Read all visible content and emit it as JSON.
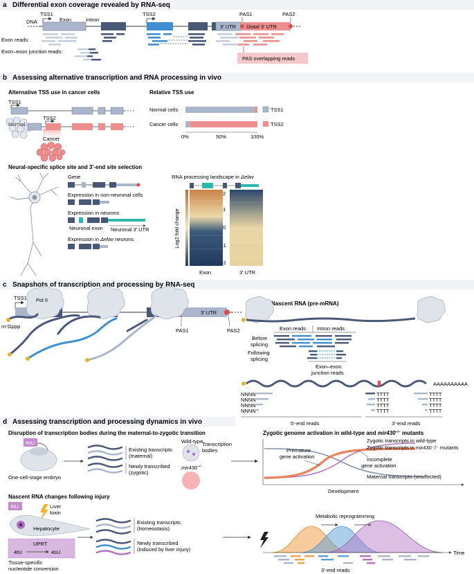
{
  "panel_a": {
    "letter": "a",
    "title": "Differential exon coverage revealed by RNA-seq",
    "dna": "DNA",
    "tss1": "TSS1",
    "tss2": "TSS2",
    "exon": "Exon",
    "intron": "Intron",
    "pas1": "PAS1",
    "pas2": "PAS2",
    "utr3": "3′ UTR",
    "distal_utr": "Distal 3′ UTR",
    "exon_reads": "Exon reads:",
    "junction_reads": "Exon–exon junction reads:",
    "pas_overlap": "PAS overlapping reads"
  },
  "panel_b": {
    "letter": "b",
    "title": "Assessing alternative transcription and RNA processing in vivo",
    "alt_tss_title": "Alternative TSS use in cancer cells",
    "tss1": "TSS1",
    "tss2": "TSS2",
    "normal": "Normal",
    "cancer": "Cancer",
    "rel_tss_title": "Relative TSS use",
    "rows": [
      {
        "label": "Normal cells",
        "tss1_fraction": 0.96
      },
      {
        "label": "Cancer cells",
        "tss1_fraction": 0.06
      }
    ],
    "legend_tss1": "TSS1",
    "legend_tss2": "TSS2",
    "ticks": [
      "0%",
      "50%",
      "100%"
    ],
    "neural_title": "Neural-specific splice site and 3′-end site selection",
    "gene": "Gene",
    "non_neuronal": "Expression in non-neuronal cells",
    "neurons": "Expression in neurons",
    "neuronal_exon": "Neuronal exon",
    "neuronal_utr": "Neuronal 3′ UTR",
    "delav_prefix": "Expression in ",
    "delav_italic": "Δelav",
    "delav_suffix": " neurons",
    "landscape_prefix": "RNA processing landscape in ",
    "landscape_italic": "Δelav",
    "ylabel": "Log2 fold change",
    "cb_ticks": [
      "2",
      "1",
      "0",
      "-1",
      "-2"
    ],
    "heat_exon": "Exon",
    "heat_utr": "3′ UTR"
  },
  "panel_c": {
    "letter": "c",
    "title": "Snapshots of transcription and processing by RNA-seq",
    "tss1": "TSS1",
    "pol2": "Pol II",
    "utr3": "3′ UTR",
    "pas1": "PAS1",
    "pas2": "PAS2",
    "m7gppp": "m⁷Gppp",
    "nascent": "Nascent RNA (pre-mRNA)",
    "exon_reads": "Exon reads",
    "intron_reads": "Intron reads",
    "before": "Before",
    "splicing": "splicing",
    "following": "Following",
    "splicing2": "splicing",
    "junction1": "Exon–exon",
    "junction2": "junction reads",
    "polya": "AAAAAAAAAA",
    "nnnn": "NNNN",
    "tttt": "TTTT",
    "five_end": "5′-end reads",
    "three_end": "3′-end reads"
  },
  "panel_d": {
    "letter": "d",
    "title": "Assessing transcription and processing dynamics in vivo",
    "mzt_title": "Disruption of transcription bodies during the maternal-to-zygotic transition",
    "su4": "4sU",
    "embryo": "One-cell-stage embryo",
    "existing": "Existing transcripts",
    "maternal": "(maternal)",
    "newly": "Newly transcribed",
    "zygotic": "(zygotic)",
    "wild_type": "Wild-type",
    "bodies1": "Transcription",
    "bodies2": "bodies",
    "mir430": "mir430",
    "mir430_sup": "−/−",
    "zga_prefix": "Zygotic genome activation in wild-type and ",
    "zga_italic": "mir430",
    "zga_sup": "−/−",
    "zga_suffix": " mutants",
    "zyg_wt": "Zygotic transcripts in wild-type",
    "zyg_mut": "Zygotic transcripts in mir430⁻/⁻ mutants",
    "premature1": "Premature",
    "premature2": "gene activation",
    "incomplete1": "Incomplete",
    "incomplete2": "gene activation",
    "maternal_unaff": "Maternal transcripts (unaffected)",
    "development": "Development",
    "injury_title": "Nascent RNA changes following injury",
    "tu4": "4tU",
    "liver1": "Liver",
    "liver2": "toxin",
    "hepatocyte": "Hepatocyte",
    "uprt": "UPRT",
    "tu4b": "4tU",
    "su4b": "4sU",
    "tissue1": "Tissue-specific",
    "tissue2": "nucleotide conversion",
    "existing2": "Existing transcripts",
    "homeostasis": "(homeostasis)",
    "newly2": "Newly transcribed",
    "induced": "(induced by liver injury)",
    "metabolic": "Metabolic reprogramming",
    "time": "Time",
    "three_end": "3′-end reads"
  },
  "colors": {
    "gray_exon": "#a9b6cc",
    "dark_exon": "#4a5877",
    "blue_exon": "#3f8fd2",
    "pink": "#ee8f8f",
    "red": "#dd4b4b",
    "teal": "#2cb8ad",
    "orange": "#f0a04a",
    "blue_peak": "#5a9fd8",
    "purple": "#b271c0",
    "light_read": "#c5cede"
  }
}
